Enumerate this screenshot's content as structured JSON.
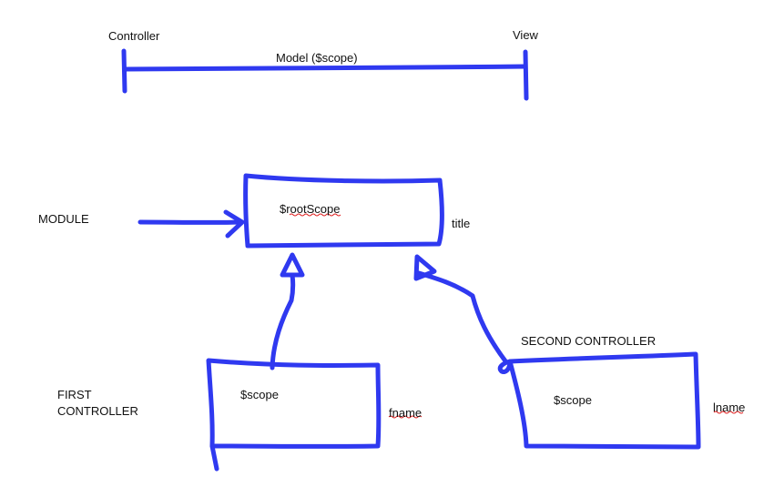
{
  "top_section": {
    "controller_label": "Controller",
    "view_label": "View",
    "model_label": "Model ($scope)"
  },
  "module_section": {
    "module_label": "MODULE",
    "root_scope_label": "$rootScope",
    "title_label": "title"
  },
  "first_controller": {
    "label_line1": "FIRST",
    "label_line2": "CONTROLLER",
    "scope_label": "$scope",
    "field_label": "fname"
  },
  "second_controller": {
    "label": "SECOND CONTROLLER",
    "scope_label": "$scope",
    "field_label": "lname"
  },
  "colors": {
    "ink": "#2f39f0",
    "text": "#111111",
    "spellcheck": "#e02020"
  }
}
